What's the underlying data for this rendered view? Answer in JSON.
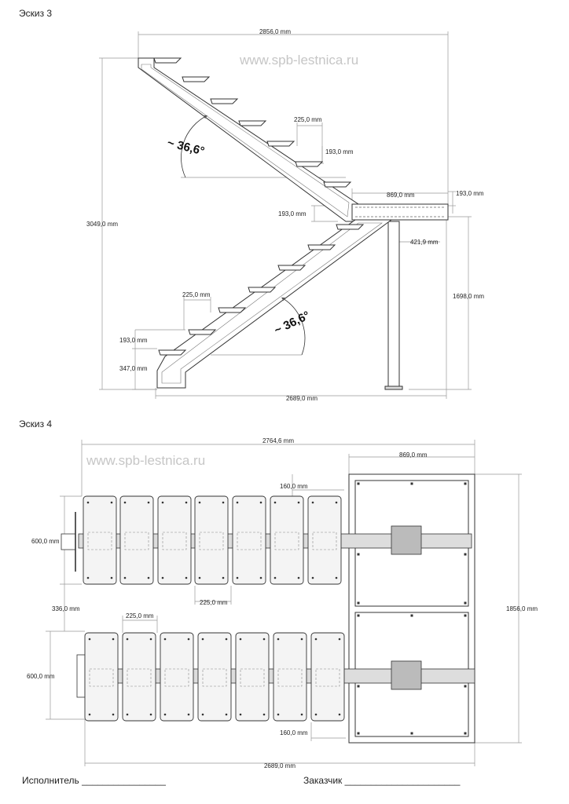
{
  "sketch3": {
    "title": "Эскиз 3",
    "watermark": "www.spb-lestnica.ru",
    "dim_total_width": "2856,0 mm",
    "dim_total_height": "3049,0 mm",
    "dim_tread_upper": "225,0 mm",
    "dim_riser_upper": "193,0 mm",
    "dim_landing_length": "869,0 mm",
    "dim_landing_thickness": "193,0 mm",
    "dim_riser_mid": "193,0 mm",
    "dim_post_offset": "421,9 mm",
    "dim_post_height": "1698,0 mm",
    "dim_tread_lower": "225,0 mm",
    "dim_riser_lower": "193,0 mm",
    "dim_base_height": "347,0 mm",
    "dim_bottom_width": "2689,0 mm",
    "angle_upper": "~ 36,6°",
    "angle_lower": "~ 36,6°"
  },
  "sketch4": {
    "title": "Эскиз 4",
    "watermark": "www.spb-lestnica.ru",
    "dim_total_length": "2764,6 mm",
    "dim_landing_width": "869,0 mm",
    "dim_gap_top": "160,0 mm",
    "dim_flight_width_upper": "600,0 mm",
    "dim_tread_pitch_upper": "225,0 mm",
    "dim_between_flights": "336,0 mm",
    "dim_landing_height": "1856,0 mm",
    "dim_tread_pitch_lower": "225,0 mm",
    "dim_flight_width_lower": "600,0 mm",
    "dim_gap_bottom": "160,0 mm",
    "dim_bottom_length": "2689,0 mm"
  },
  "signatures": {
    "performer": "Исполнитель ________________",
    "customer": "Заказчик ______________________"
  }
}
